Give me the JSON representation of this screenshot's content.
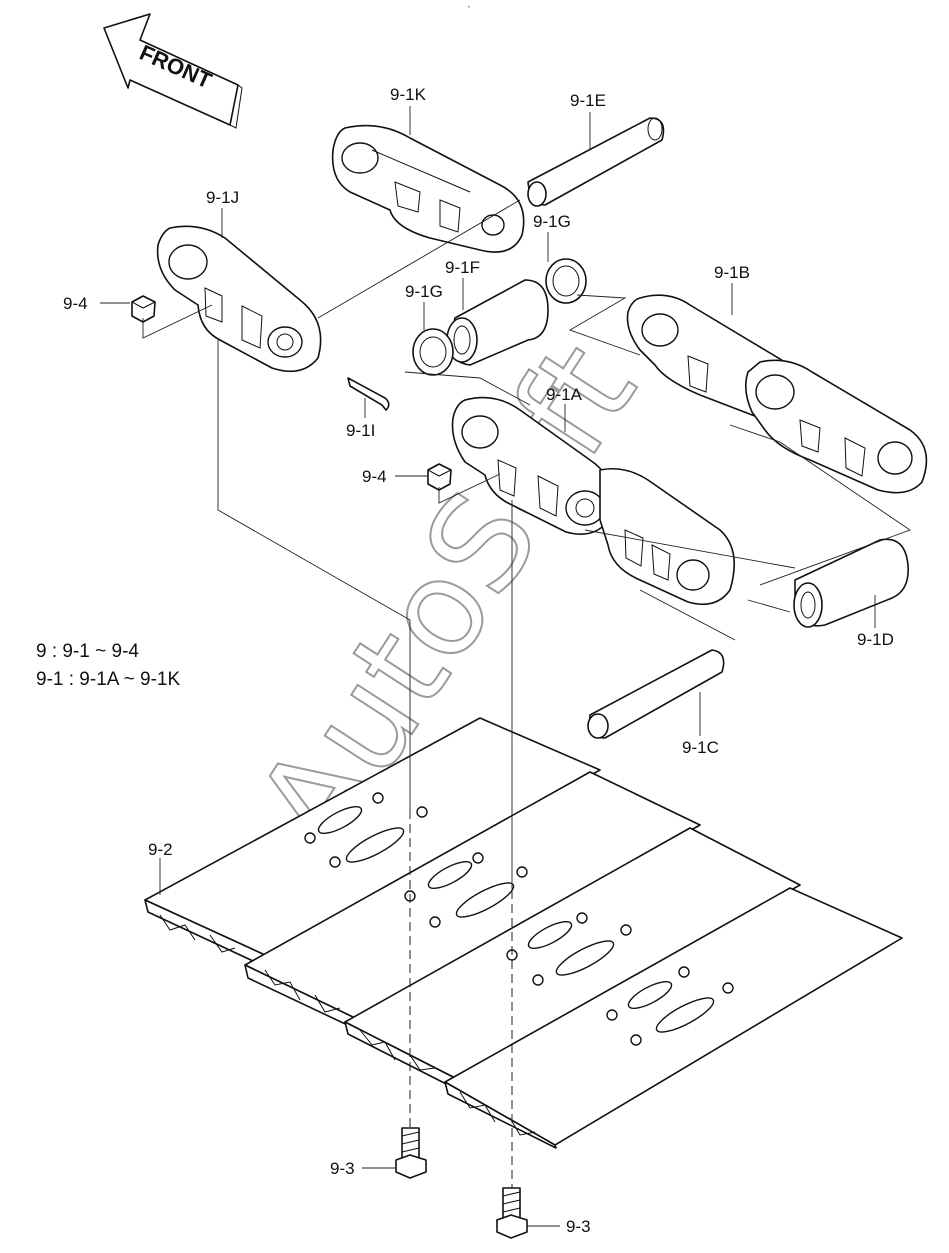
{
  "direction_arrow": {
    "label": "FRONT"
  },
  "watermark": "AutoSoft",
  "header_mark": " ∘ ",
  "notes": [
    "9 : 9-1 ~ 9-4",
    "9-1 : 9-1A ~ 9-1K"
  ],
  "labels": {
    "p9_1K": "9-1K",
    "p9_1E": "9-1E",
    "p9_1J": "9-1J",
    "p9_1G_top": "9-1G",
    "p9_1F": "9-1F",
    "p9_1G_left": "9-1G",
    "p9_1B": "9-1B",
    "p9_4_top": "9-4",
    "p9_1I": "9-1I",
    "p9_1A": "9-1A",
    "p9_4_mid": "9-4",
    "p9_1D": "9-1D",
    "p9_1C": "9-1C",
    "p9_2": "9-2",
    "p9_3_left": "9-3",
    "p9_3_right": "9-3"
  }
}
